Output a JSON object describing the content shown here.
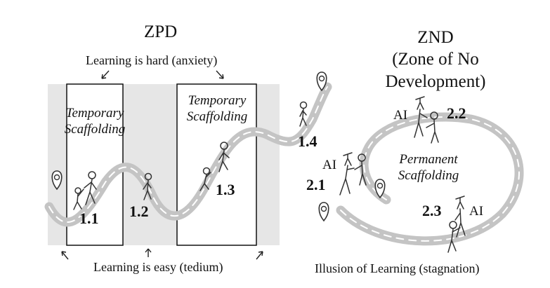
{
  "zpd": {
    "title": "ZPD",
    "hard_note": "Learning is hard (anxiety)",
    "easy_note": "Learning is easy (tedium)",
    "scaffold_left_line1": "Temporary",
    "scaffold_left_line2": "Scaffolding",
    "scaffold_right_line1": "Temporary",
    "scaffold_right_line2": "Scaffolding",
    "steps": [
      "1.1",
      "1.2",
      "1.3",
      "1.4"
    ]
  },
  "znd": {
    "title_line1": "ZND",
    "title_line2": "(Zone of No",
    "title_line3": "Development)",
    "center_line1": "Permanent",
    "center_line2": "Scaffolding",
    "bottom_note": "Illusion of Learning (stagnation)",
    "steps": [
      "2.1",
      "2.2",
      "2.3"
    ],
    "ai_label": "AI"
  },
  "colors": {
    "band": "#e6e6e6",
    "path": "#c4c4c4",
    "ink": "#111111"
  }
}
